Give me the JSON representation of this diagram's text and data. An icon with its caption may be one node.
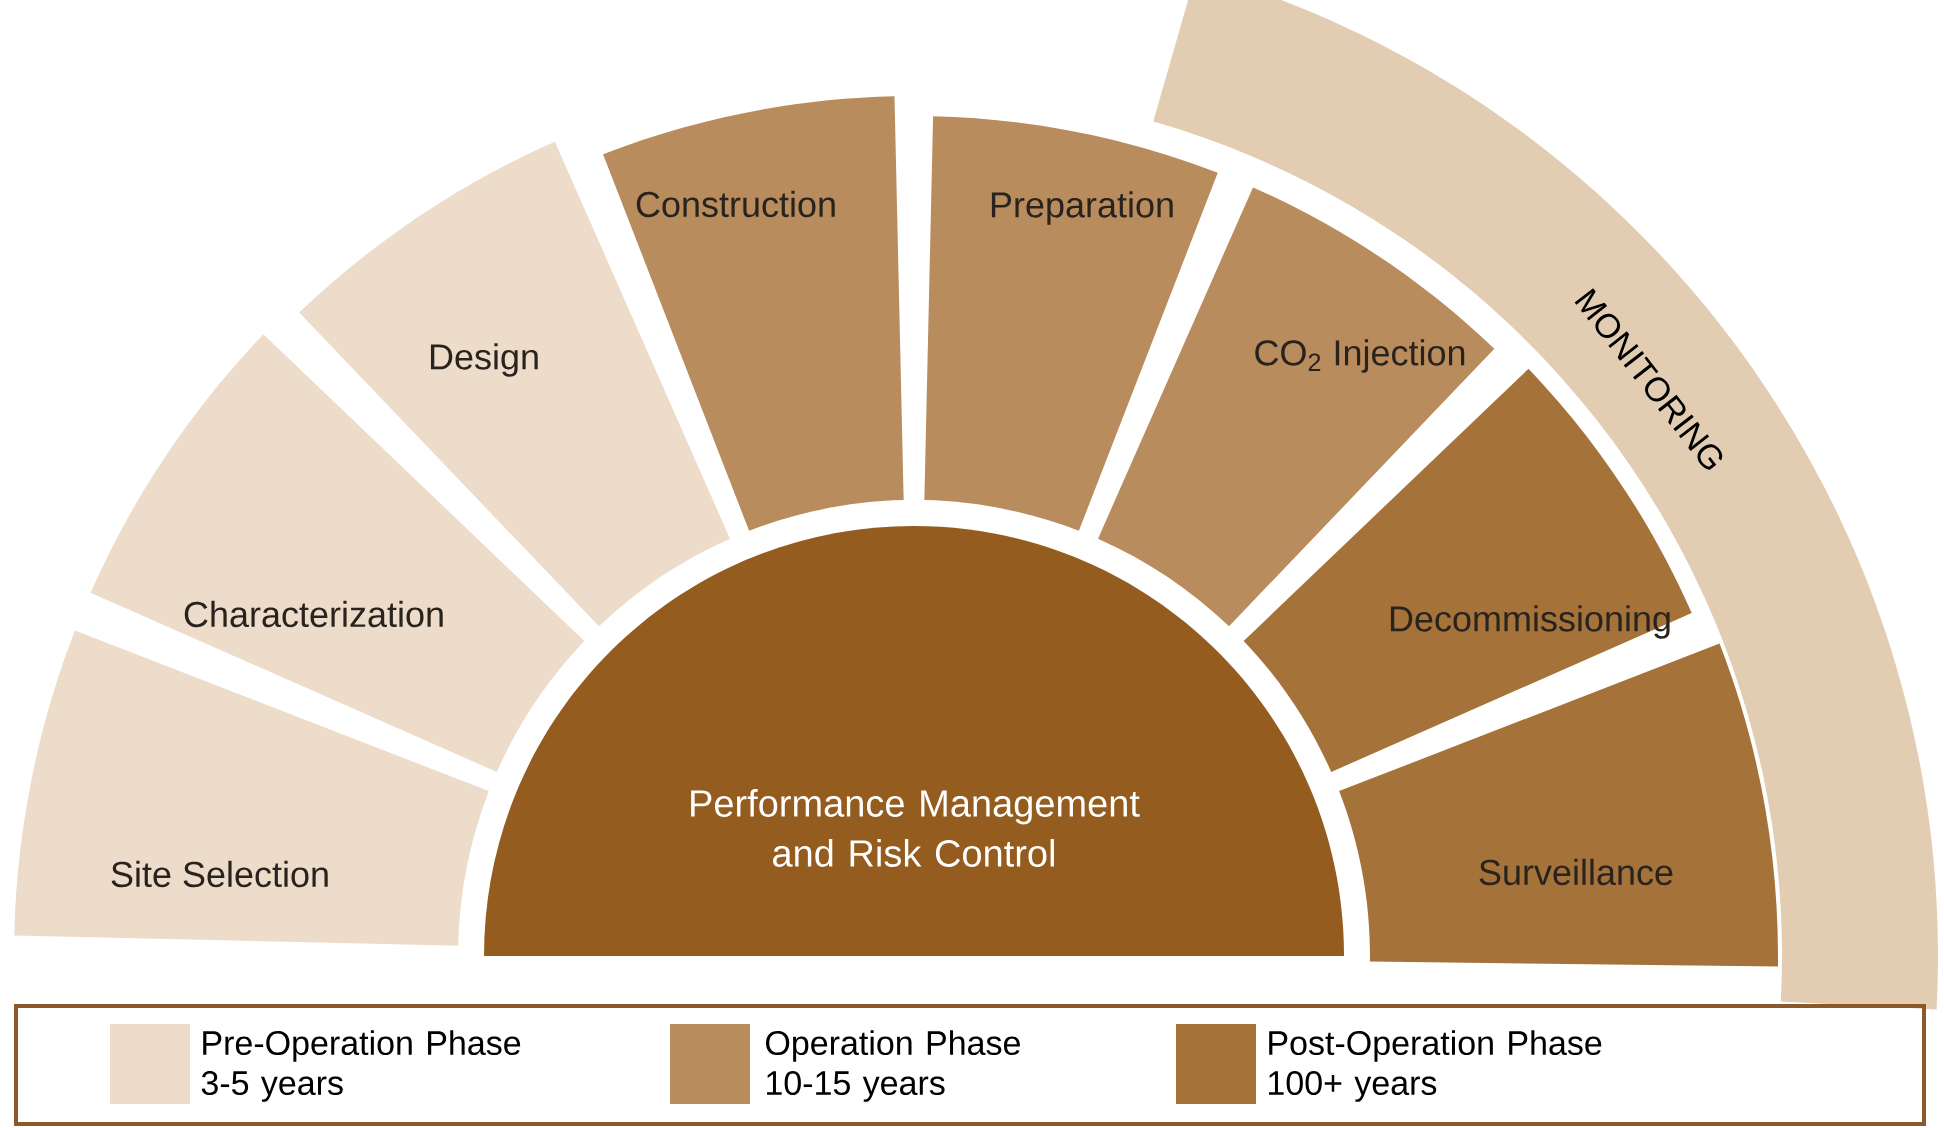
{
  "diagram": {
    "nodes": [
      {
        "text": [
          "Performance Management and Risk Control"
        ]
      },
      {
        "text": [
          "Site Selection"
        ]
      },
      {
        "text": [
          "Characterization"
        ]
      },
      {
        "text": [
          "Design"
        ]
      },
      {
        "text": [
          "Construction"
        ]
      },
      {
        "text": [
          "Preparation"
        ]
      },
      {
        "text": [
          "CO$_{2}$ Injection"
        ]
      },
      {
        "text": [
          "Decommissioning"
        ]
      },
      {
        "text": [
          "Surveillance"
        ]
      },
      {
        "text": [
          "MONITORING"
        ]
      }
    ],
    "legend": [
      {
        "text": "Pre-Operation Phase 3-5 years",
        "color": "#eddcca"
      },
      {
        "text": "Operation Phase 10-15 years",
        "color": "#b98c5e"
      },
      {
        "text": "Post-Operation Phase 100+ years",
        "color": "#a5733a"
      }
    ]
  }
}
